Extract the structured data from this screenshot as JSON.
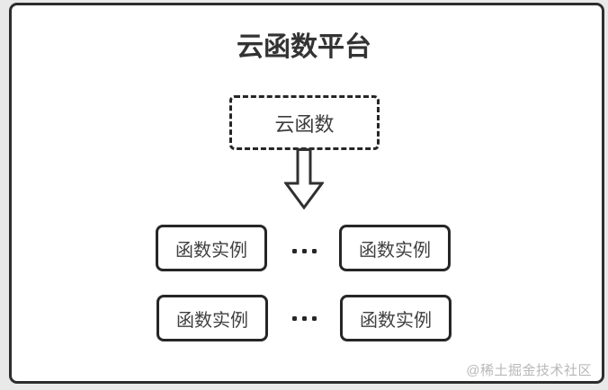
{
  "diagram": {
    "title": "云函数平台",
    "cloud_function": {
      "label": "云函数"
    },
    "arrow": {
      "direction": "down",
      "style": "hollow-outline"
    },
    "instances": [
      {
        "label": "函数实例"
      },
      {
        "label": "函数实例"
      },
      {
        "label": "函数实例"
      },
      {
        "label": "函数实例"
      }
    ],
    "ellipsis": "...",
    "watermark": "@稀土掘金技术社区"
  },
  "colors": {
    "page_background": "#e9e9e9",
    "frame_border": "#2d2d2d",
    "canvas_background": "#ffffff",
    "node_stroke": "#262626",
    "node_text": "#404040",
    "title_text": "#333333",
    "watermark_text": "#b8b8b8"
  }
}
